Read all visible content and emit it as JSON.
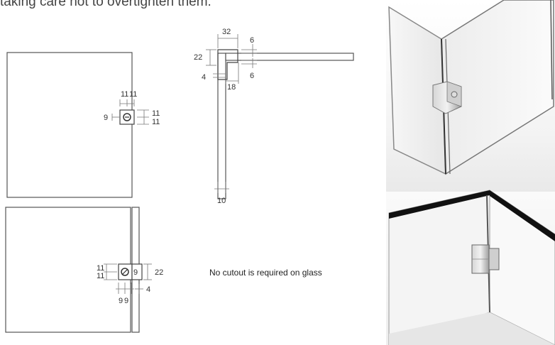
{
  "header_text": "taking care not to overtighten them.",
  "note_text": "No cutout is required on glass",
  "colors": {
    "line": "#555555",
    "dim": "#666666",
    "glass_edge": "#111111",
    "clamp": "#9a9a9a"
  },
  "top_left_view": {
    "dims": [
      "11",
      "11",
      "9",
      "11",
      "11"
    ]
  },
  "top_right_view": {
    "dims": [
      "32",
      "6",
      "22",
      "6",
      "4",
      "18",
      "10"
    ]
  },
  "bottom_left_view": {
    "dims": [
      "11",
      "11",
      "9",
      "22",
      "4",
      "9",
      "9"
    ]
  }
}
